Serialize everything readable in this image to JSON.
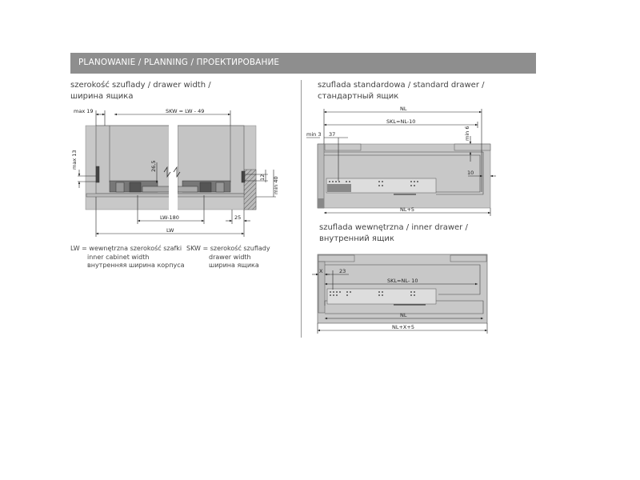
{
  "header": {
    "title": "PLANOWANIE / PLANNING / ПРОЕКТИРОВАНИЕ"
  },
  "left": {
    "title_line1": "szerokość szuflady / drawer width /",
    "title_line2": "ширина ящика",
    "dims": {
      "max19": "max 19",
      "skw": "SKW = LW - 49",
      "max13": "max 13",
      "d26": "26,5",
      "d12": "12",
      "min40": "min 40",
      "lw180": "LW-180",
      "d25": "25",
      "lw": "LW"
    },
    "legend": {
      "lw_line1": "LW = wewnętrzna szerokość szafki",
      "lw_line2": "inner cabinet width",
      "lw_line3": "внутренняя ширина корпуса",
      "skw_line1": "SKW = szerokość szuflady",
      "skw_line2": "drawer width",
      "skw_line3": "ширина ящика"
    }
  },
  "standard": {
    "title_line1": "szuflada standardowa / standard drawer /",
    "title_line2": "стандартный ящик",
    "dims": {
      "nl": "NL",
      "skl": "SKL=NL-10",
      "min3": "min 3",
      "d37": "37",
      "min6": "min 6",
      "d10": "10",
      "nl5": "NL+5"
    }
  },
  "inner": {
    "title_line1": "szuflada wewnętrzna / inner drawer /",
    "title_line2": "внутренний ящик",
    "dims": {
      "x": "X",
      "d23": "23",
      "skl": "SKL=NL- 10",
      "nl": "NL",
      "nlx5": "NL+X+5"
    }
  }
}
